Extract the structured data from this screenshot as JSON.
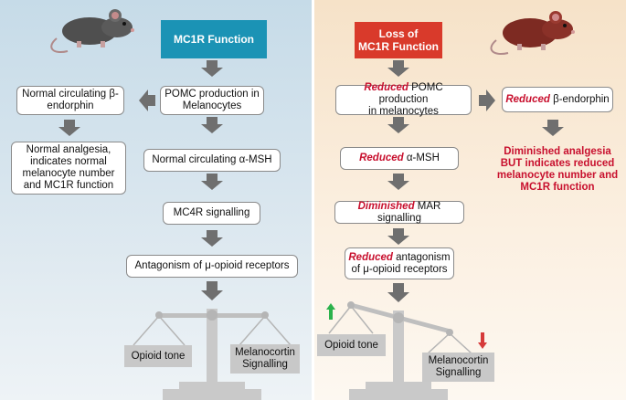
{
  "left": {
    "header": "MC1R Function",
    "pomc": "POMC production in Melanocytes",
    "endorphin": "Normal circulating β-endorphin",
    "analgesia": "Normal analgesia, indicates normal melanocyte number and MC1R function",
    "msh": "Normal circulating α-MSH",
    "mc4r": "MC4R signalling",
    "antagonism": "Antagonism of μ-opioid receptors",
    "opioid": "Opioid tone",
    "melano_l1": "Melanocortin",
    "melano_l2": "Signalling"
  },
  "right": {
    "header_l1": "Loss of",
    "header_l2": "MC1R Function",
    "pomc_em": "Reduced",
    "pomc_rest": " POMC production",
    "pomc_l2": "in melanocytes",
    "endorphin_em": "Reduced",
    "endorphin_rest": " β-endorphin",
    "analgesia": "Diminished analgesia BUT indicates reduced melanocyte number and MC1R function",
    "msh_em": "Reduced",
    "msh_rest": " α-MSH",
    "mar_em": "Diminished",
    "mar_rest": " MAR signalling",
    "antag_em": "Reduced",
    "antag_rest": " antagonism",
    "antag_l2": "of μ-opioid receptors",
    "opioid": "Opioid tone",
    "melano_l1": "Melanocortin",
    "melano_l2": "Signalling"
  },
  "colors": {
    "left_header": "#1b93b5",
    "right_header": "#d93a2b",
    "arrow": "#6f6f6f",
    "up_arrow": "#2bb24c",
    "down_arrow": "#d63a3a",
    "mouse_left": "#4f4f4f",
    "mouse_right": "#7d2a22"
  }
}
